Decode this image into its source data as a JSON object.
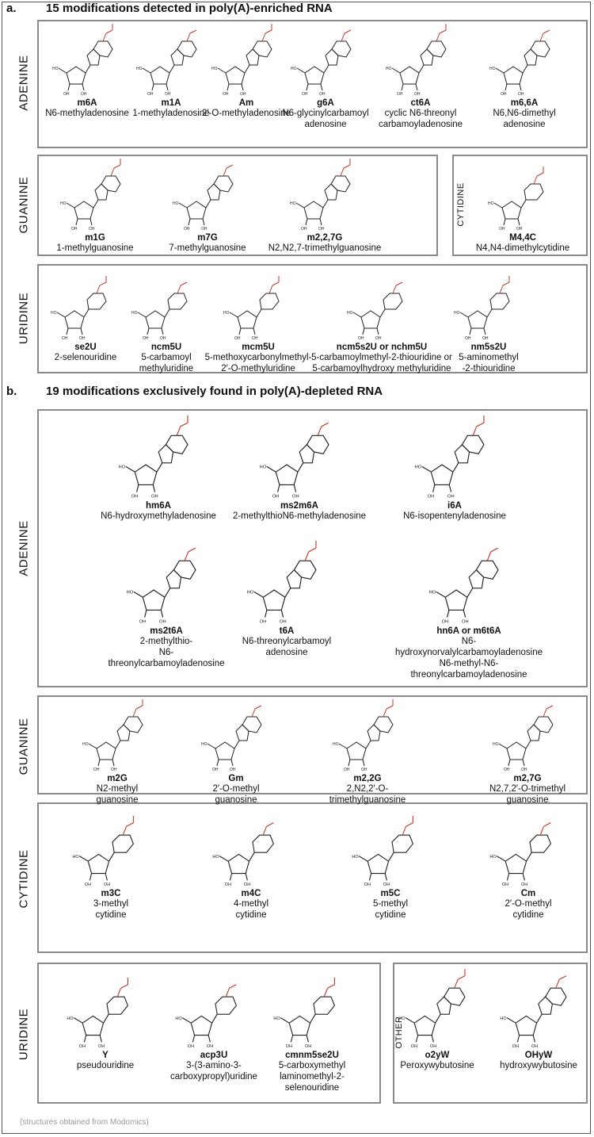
{
  "section_a": {
    "letter": "a.",
    "title": "15 modifications detected in poly(A)-enriched RNA",
    "groups": {
      "adenine": {
        "label": "ADENINE",
        "items": [
          {
            "code": "m6A",
            "name": [
              "N6-methyladenosine"
            ]
          },
          {
            "code": "m1A",
            "name": [
              "1-methyladenosine"
            ]
          },
          {
            "code": "Am",
            "name": [
              "2′-O-methyladenosine"
            ]
          },
          {
            "code": "g6A",
            "name": [
              "N6-glycinylcarbamoyl",
              "adenosine"
            ]
          },
          {
            "code": "ct6A",
            "name": [
              "cyclic N6-threonyl",
              "carbamoyladenosine"
            ]
          },
          {
            "code": "m6,6A",
            "name": [
              "N6,N6-dimethyl",
              "adenosine"
            ]
          }
        ]
      },
      "guanine": {
        "label": "GUANINE",
        "items": [
          {
            "code": "m1G",
            "name": [
              "1-methylguanosine"
            ]
          },
          {
            "code": "m7G",
            "name": [
              "7-methylguanosine"
            ]
          },
          {
            "code": "m2,2,7G",
            "name": [
              "N2,N2,7-trimethylguanosine"
            ]
          }
        ]
      },
      "cytidine": {
        "label": "CYTIDINE",
        "items": [
          {
            "code": "M4,4C",
            "name": [
              "N4,N4-dimethylcytidine"
            ]
          }
        ]
      },
      "uridine": {
        "label": "URIDINE",
        "items": [
          {
            "code": "se2U",
            "name": [
              "2-selenouridine"
            ]
          },
          {
            "code": "ncm5U",
            "name": [
              "5-carbamoyl",
              "methyluridine"
            ]
          },
          {
            "code": "mcm5U",
            "name": [
              "5-methoxycarbonylmethyl-",
              "2′-O-methyluridine"
            ]
          },
          {
            "code": "ncm5s2U or nchm5U",
            "name": [
              "5-carbamoylmethyl-2-thiouridine or",
              "5-carbamoylhydroxy methyluridine"
            ]
          },
          {
            "code": "nm5s2U",
            "name": [
              "5-aminomethyl",
              "-2-thiouridine"
            ]
          }
        ]
      }
    }
  },
  "section_b": {
    "letter": "b.",
    "title": "19 modifications exclusively found in poly(A)-depleted RNA",
    "groups": {
      "adenine": {
        "label": "ADENINE",
        "items": [
          {
            "code": "hm6A",
            "name": [
              "N6-hydroxymethyladenosine"
            ]
          },
          {
            "code": "ms2m6A",
            "name": [
              "2-methylthioN6-methyladenosine"
            ]
          },
          {
            "code": "i6A",
            "name": [
              "N6-isopentenyladenosine"
            ]
          },
          {
            "code": "ms2t6A",
            "name": [
              "2-methylthio-",
              "N6-",
              "threonylcarbamoyladenosine"
            ]
          },
          {
            "code": "t6A",
            "name": [
              "N6-threonylcarbamoyl",
              "adenosine"
            ]
          },
          {
            "code": "hn6A or m6t6A",
            "name": [
              "N6-hydroxynorvalylcarbamoyladenosine",
              "N6-methyl-N6-",
              "threonylcarbamoyladenosine"
            ]
          }
        ]
      },
      "guanine": {
        "label": "GUANINE",
        "items": [
          {
            "code": "m2G",
            "name": [
              "N2-methyl",
              "guanosine"
            ]
          },
          {
            "code": "Gm",
            "name": [
              "2′-O-methyl",
              "guanosine"
            ]
          },
          {
            "code": "m2,2G",
            "name": [
              "2,N2,2′-O-",
              "trimethylguanosine"
            ]
          },
          {
            "code": "m2,7G",
            "name": [
              "N2,7,2′-O-trimethyl",
              "guanosine"
            ]
          }
        ]
      },
      "cytidine": {
        "label": "CYTIDINE",
        "items": [
          {
            "code": "m3C",
            "name": [
              "3-methyl",
              "cytidine"
            ]
          },
          {
            "code": "m4C",
            "name": [
              "4-methyl",
              "cytidine"
            ]
          },
          {
            "code": "m5C",
            "name": [
              "5-methyl",
              "cytidine"
            ]
          },
          {
            "code": "Cm",
            "name": [
              "2′-O-methyl",
              "cytidine"
            ]
          }
        ]
      },
      "uridine": {
        "label": "URIDINE",
        "items": [
          {
            "code": "Y",
            "name": [
              "pseudouridine"
            ]
          },
          {
            "code": "acp3U",
            "name": [
              "3-(3-amino-3-",
              "carboxypropyl)uridine"
            ]
          },
          {
            "code": "cmnm5se2U",
            "name": [
              "5-carboxymethyl",
              "laminomethyl-2-",
              "selenouridine"
            ]
          }
        ]
      },
      "other": {
        "label": "OTHER",
        "items": [
          {
            "code": "o2yW",
            "name": [
              "Peroxywybutosine"
            ]
          },
          {
            "code": "OHyW",
            "name": [
              "hydroxywybutosine"
            ]
          }
        ]
      }
    }
  },
  "footer": "(structures obtained from Modomics)",
  "colors": {
    "border": "#8a8a8a",
    "structure": "#222222",
    "modification": "#c0392b"
  }
}
